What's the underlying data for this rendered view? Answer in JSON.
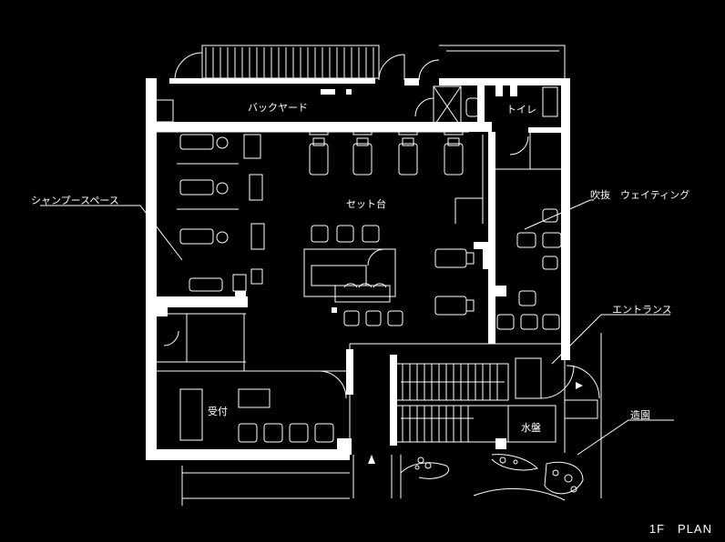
{
  "floor_plan": {
    "title": "1F　PLAN",
    "rooms": {
      "backyard": "バックヤード",
      "toilet": "トイレ",
      "set_stations": "セット台",
      "shampoo_space": "シャンプースペース",
      "atrium_waiting": "吹抜　ウェイティング",
      "entrance": "エントランス",
      "reception": "受付",
      "water_basin": "水盤",
      "landscaping": "造園"
    },
    "colors": {
      "background": "#000000",
      "line": "#ffffff"
    }
  }
}
